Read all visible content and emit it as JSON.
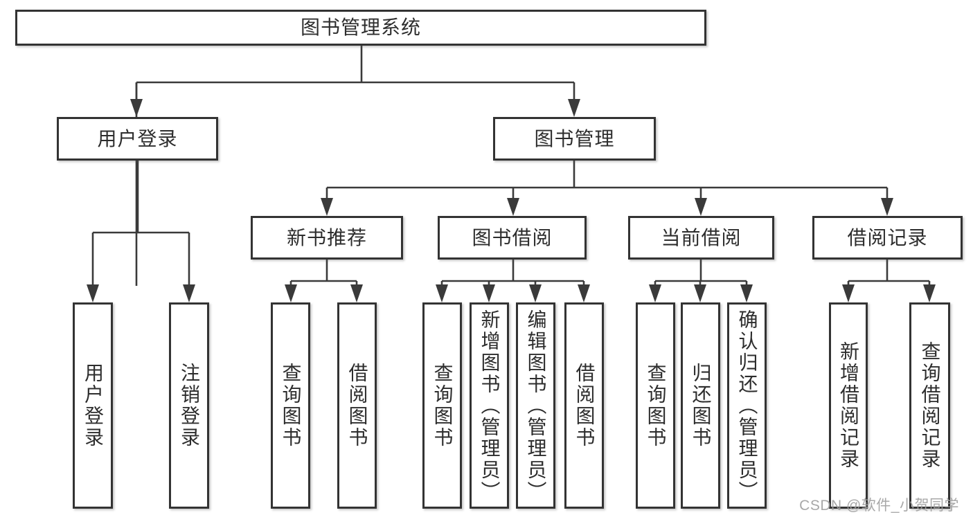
{
  "colors": {
    "background": "#ffffff",
    "box_border": "#333333",
    "connector_line": "#3a3a3a",
    "text": "#2d2d2d",
    "watermark": "#9e9e9e"
  },
  "nodes": {
    "root": {
      "label": "图书管理系统"
    },
    "user_login": {
      "label": "用户登录"
    },
    "book_management": {
      "label": "图书管理"
    },
    "new_book_recommend": {
      "label": "新书推荐"
    },
    "book_borrowing": {
      "label": "图书借阅"
    },
    "current_borrowing": {
      "label": "当前借阅"
    },
    "borrowing_records": {
      "label": "借阅记录"
    },
    "leaf_user_login": {
      "label": "用户登录"
    },
    "leaf_logout": {
      "label": "注销登录"
    },
    "leaf_query_books_recommend": {
      "label": "查询图书"
    },
    "leaf_borrow_books_recommend": {
      "label": "借阅图书"
    },
    "leaf_query_books_borrowing": {
      "label": "查询图书"
    },
    "leaf_add_books_admin": {
      "label": "新增图书（管理员）"
    },
    "leaf_edit_books_admin": {
      "label": "编辑图书（管理员）"
    },
    "leaf_borrow_books_borrowing": {
      "label": "借阅图书"
    },
    "leaf_query_books_current": {
      "label": "查询图书"
    },
    "leaf_return_books": {
      "label": "归还图书"
    },
    "leaf_confirm_return_admin": {
      "label": "确认归还（管理员）"
    },
    "leaf_add_borrow_record": {
      "label": "新增借阅记录"
    },
    "leaf_query_borrow_record": {
      "label": "查询借阅记录"
    }
  },
  "watermark": {
    "text": "CSDN @软件_小贺同学"
  }
}
